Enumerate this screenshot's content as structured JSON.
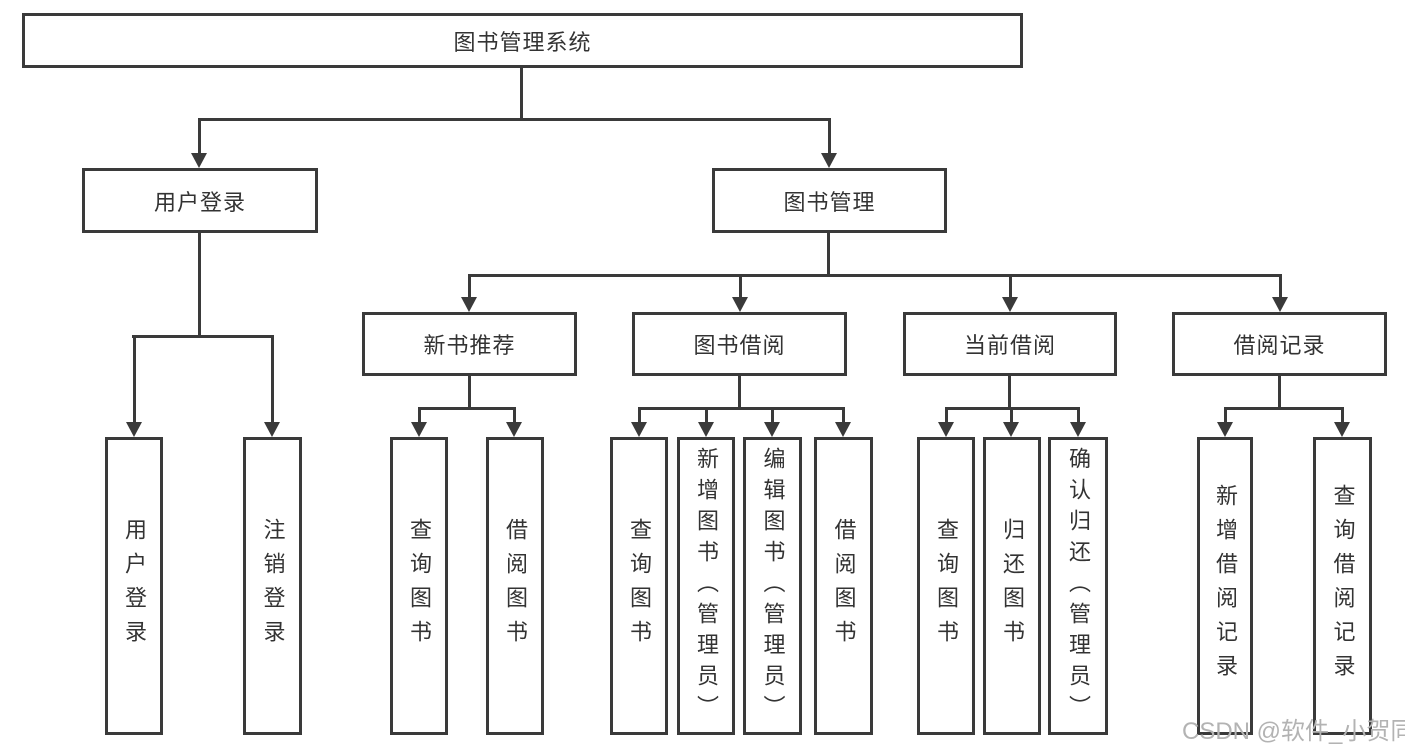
{
  "diagram_type": "hierarchy-tree",
  "tree": {
    "label": "图书管理系统",
    "children": [
      {
        "label": "用户登录",
        "children": [
          {
            "label": "用户登录"
          },
          {
            "label": "注销登录"
          }
        ]
      },
      {
        "label": "图书管理",
        "children": [
          {
            "label": "新书推荐",
            "children": [
              {
                "label": "查询图书"
              },
              {
                "label": "借阅图书"
              }
            ]
          },
          {
            "label": "图书借阅",
            "children": [
              {
                "label": "查询图书"
              },
              {
                "label": "新增图书（管理员）"
              },
              {
                "label": "编辑图书（管理员）"
              },
              {
                "label": "借阅图书"
              }
            ]
          },
          {
            "label": "当前借阅",
            "children": [
              {
                "label": "查询图书"
              },
              {
                "label": "归还图书"
              },
              {
                "label": "确认归还（管理员）"
              }
            ]
          },
          {
            "label": "借阅记录",
            "children": [
              {
                "label": "新增借阅记录"
              },
              {
                "label": "查询借阅记录"
              }
            ]
          }
        ]
      }
    ]
  },
  "watermark": "CSDN @软件_小贺同学",
  "colors": {
    "line": "#3a3a3a",
    "text": "#333333",
    "bg": "#ffffff",
    "watermark": "#b3b3b3"
  }
}
